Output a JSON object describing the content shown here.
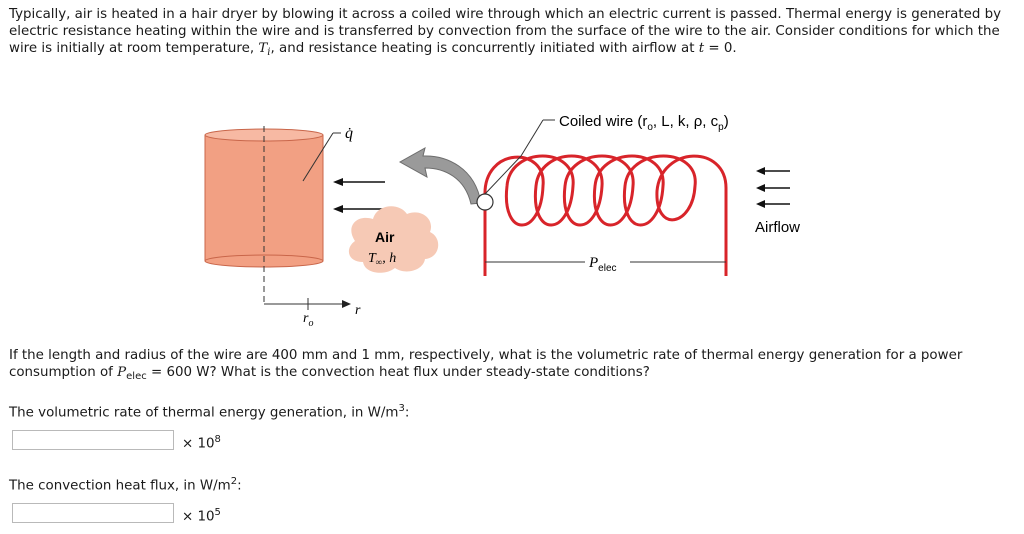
{
  "intro": {
    "part1": "Typically, air is heated in a hair dryer by blowing it across a coiled wire through which an electric current is passed. Thermal energy is generated by electric resistance heating within the wire and is transferred by convection from the surface of the wire to the air. Consider conditions for which the wire is initially at room temperature, ",
    "Ti_symbol": "T",
    "Ti_sub": "i",
    "part2": ", and resistance heating is concurrently initiated with airflow at ",
    "t_symbol": "t",
    "part3": " = 0."
  },
  "figure": {
    "coiled_wire_label": "Coiled wire (r",
    "coiled_wire_r_sub": "o",
    "coiled_wire_rest": ", L, k, ρ, c",
    "coiled_wire_c_sub": "p",
    "coiled_wire_close": ")",
    "q_dot_label": "q̇",
    "air_label": "Air",
    "air_temp_label": "T",
    "air_temp_sub": "∞",
    "air_h_label": ", h",
    "airflow_label": "Airflow",
    "p_elec_label": "P",
    "p_elec_sub": "elec",
    "r_label": "r",
    "r_o_label": "r",
    "r_o_sub": "o"
  },
  "question": {
    "part1": "If the length and radius of the wire are 400 mm and 1 mm, respectively, what is the volumetric rate of thermal energy generation for a power consumption of ",
    "P_symbol": "P",
    "P_sub": "elec",
    "part2": " = 600 W? What is the convection heat flux under steady-state conditions?"
  },
  "answers": [
    {
      "prompt": "The volumetric rate of thermal energy generation, in W/m",
      "unit_exp": "3",
      "prompt_end": ":",
      "value": "",
      "multiplier": "× 10",
      "multiplier_exp": "8"
    },
    {
      "prompt": "The convection heat flux, in W/m",
      "unit_exp": "2",
      "prompt_end": ":",
      "value": "",
      "multiplier": "× 10",
      "multiplier_exp": "5"
    }
  ],
  "colors": {
    "wire": "#d8242a",
    "cylinder": "#f2a083",
    "cylinder_edge": "#c9664a",
    "air_cloud": "#f6c9b5",
    "arrow_gray": "#9a9a9a"
  }
}
